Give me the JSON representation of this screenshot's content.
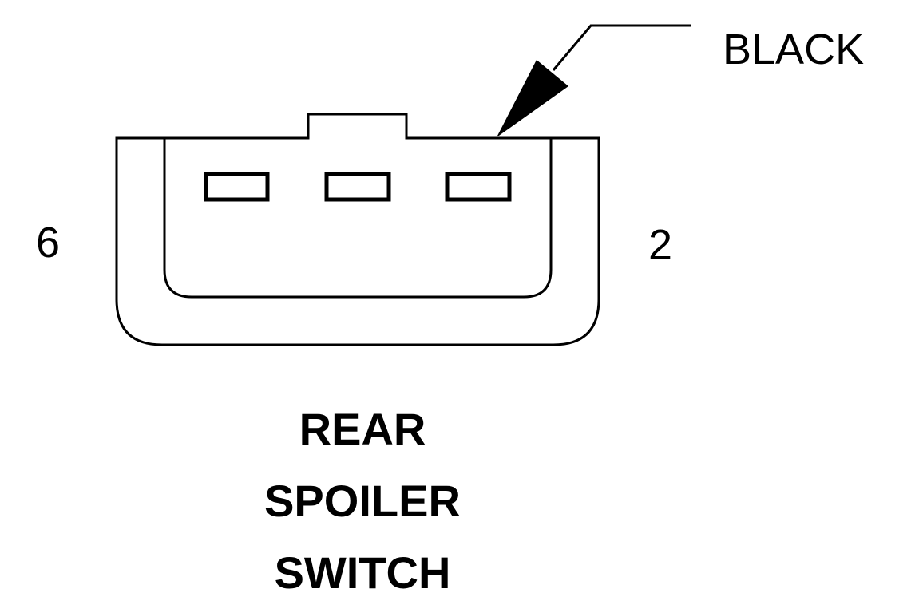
{
  "diagram": {
    "color_label": "BLACK",
    "pin_left": "6",
    "pin_right": "2",
    "title_lines": [
      "REAR",
      "SPOILER",
      "SWITCH"
    ],
    "cavities": 3,
    "colors": {
      "stroke": "#000000",
      "background": "#ffffff"
    }
  }
}
